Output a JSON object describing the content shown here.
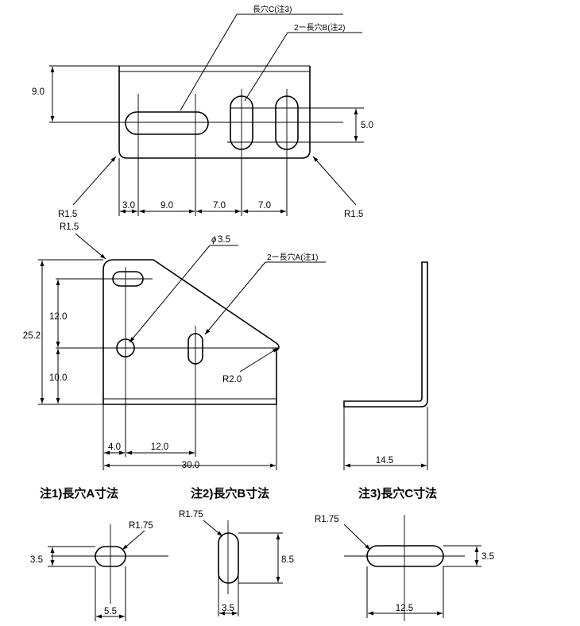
{
  "top_view": {
    "dims": {
      "height": "9.0",
      "slot_pitch": "5.0",
      "d1": "3.0",
      "d2": "9.0",
      "d3": "7.0",
      "d4": "7.0",
      "radius_left": "R1.5",
      "radius_right": "R1.5"
    },
    "callouts": {
      "slot_c": "長穴C(注3)",
      "slot_b": "2ー長穴B(注2)"
    }
  },
  "front_view": {
    "dims": {
      "corner_radius": "R1.5",
      "hole_dia": "3.5",
      "hole_dia_symbol": "ϕ",
      "height": "25.2",
      "upper": "12.0",
      "lower": "10.0",
      "offset": "4.0",
      "spacing": "12.0",
      "width": "30.0",
      "tip_radius": "R2.0"
    },
    "callouts": {
      "slot_a": "2ー長穴A(注1)"
    }
  },
  "side_view": {
    "dims": {
      "depth": "14.5"
    }
  },
  "note1": {
    "caption": "注1)長穴A寸法",
    "radius": "R1.75",
    "height": "3.5",
    "length": "5.5"
  },
  "note2": {
    "caption": "注2)長穴B寸法",
    "radius": "R1.75",
    "length": "8.5",
    "width": "3.5"
  },
  "note3": {
    "caption": "注3)長穴C寸法",
    "radius": "R1.75",
    "height": "3.5",
    "length": "12.5"
  }
}
